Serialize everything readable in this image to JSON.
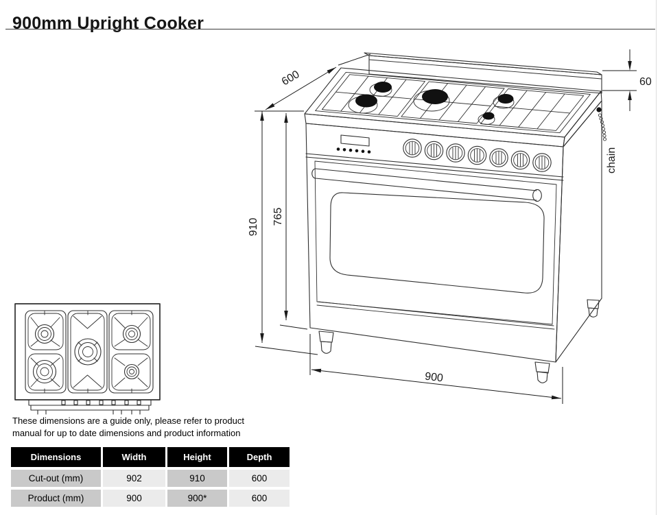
{
  "page": {
    "title": "900mm Upright Cooker"
  },
  "diagram": {
    "labels": {
      "depth": "600",
      "splashback": "60",
      "height_overall": "910",
      "height_body": "765",
      "width": "900",
      "chain": "chain"
    }
  },
  "disclaimer": {
    "line1": "These dimensions are a guide only, please refer to product",
    "line2": "manual for up to date dimensions and product information"
  },
  "table": {
    "headers": [
      "Dimensions",
      "Width",
      "Height",
      "Depth"
    ],
    "rows": [
      {
        "label": "Cut-out (mm)",
        "width": "902",
        "height": "910",
        "depth": "600"
      },
      {
        "label": "Product (mm)",
        "width": "900",
        "height": "900*",
        "depth": "600"
      }
    ]
  },
  "colors": {
    "table_header_bg": "#000000",
    "table_header_text": "#ffffff",
    "table_cell_dark": "#c9c9c9",
    "table_cell_light": "#ebebeb",
    "line_color": "#2e2e2e"
  }
}
